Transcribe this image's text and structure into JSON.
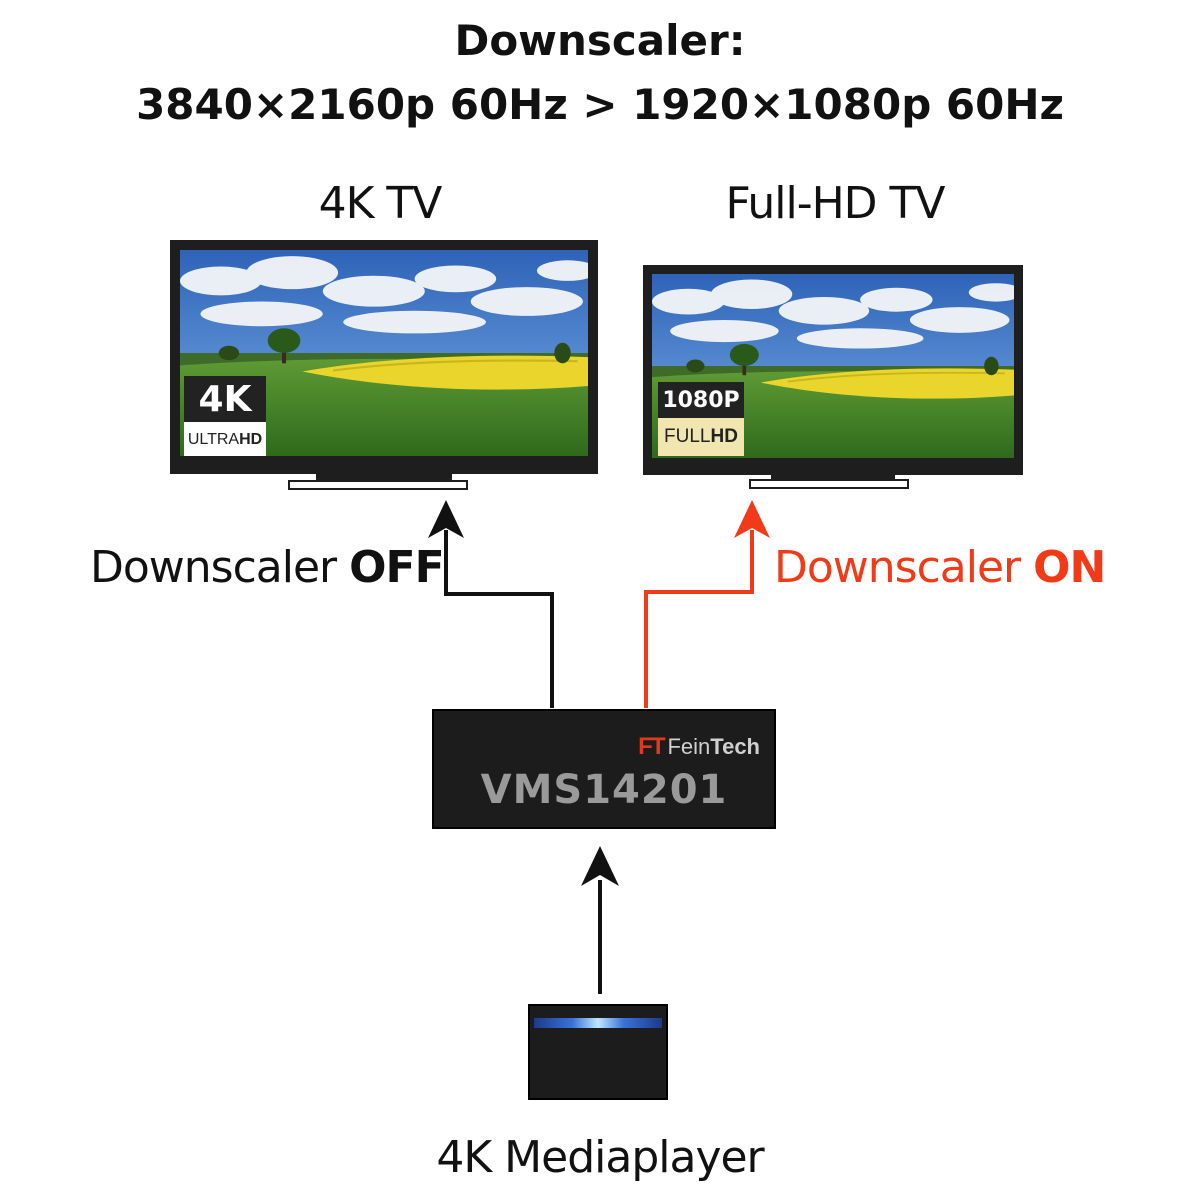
{
  "title": {
    "line1": "Downscaler:",
    "line2": "3840×2160p 60Hz   >  1920×1080p 60Hz"
  },
  "tv_4k": {
    "label": "4K TV",
    "badge_top": "4K",
    "badge_bottom_a": "ULTRA",
    "badge_bottom_b": "HD"
  },
  "tv_fhd": {
    "label": "Full-HD TV",
    "badge_top": "1080P",
    "badge_bottom_a": "FULL",
    "badge_bottom_b": "HD"
  },
  "path_off": {
    "text": "Downscaler ",
    "state": "OFF",
    "color": "#111111"
  },
  "path_on": {
    "text": "Downscaler ",
    "state": "ON",
    "color": "#f03a18"
  },
  "device": {
    "brand_logo": "FT",
    "brand_a": "Fein",
    "brand_b": "Tech",
    "model": "VMS14201"
  },
  "source": {
    "label": "4K Mediaplayer"
  },
  "colors": {
    "accent_red": "#f03a18",
    "frame": "#1e1e1e",
    "led_blue": "#3a72d8"
  }
}
